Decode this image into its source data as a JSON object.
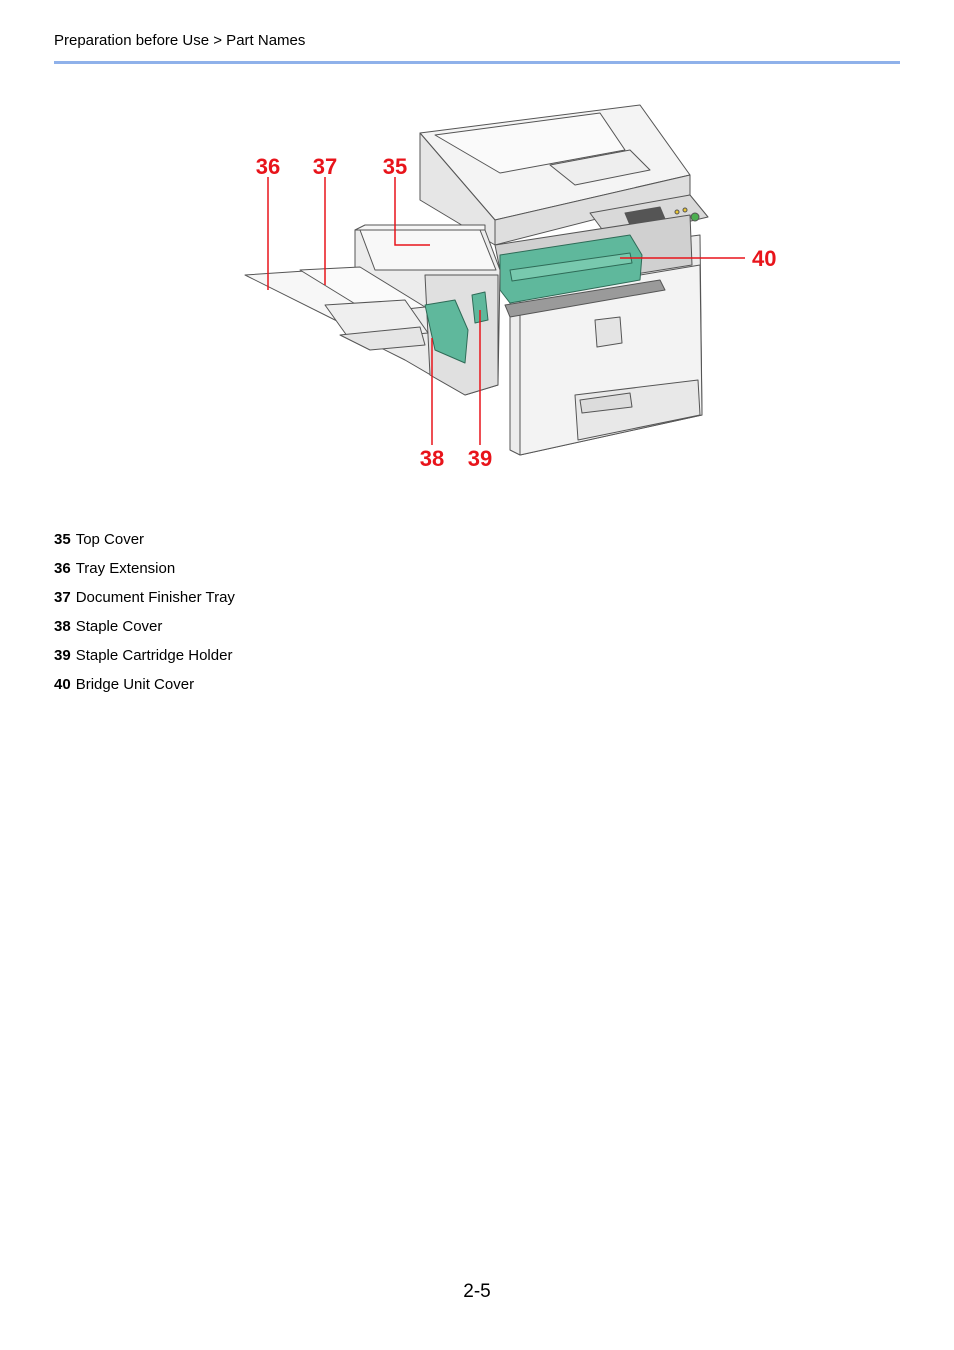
{
  "header": {
    "breadcrumb": "Preparation before Use > Part Names"
  },
  "figure": {
    "callouts": [
      "36",
      "37",
      "35",
      "40",
      "38",
      "39"
    ],
    "colors": {
      "callout": "#e8141b",
      "highlight": "#5fb89c",
      "body": "#f1f1f1",
      "outline": "#555555"
    }
  },
  "legend": [
    {
      "num": "35",
      "label": "Top Cover"
    },
    {
      "num": "36",
      "label": "Tray Extension"
    },
    {
      "num": "37",
      "label": "Document Finisher Tray"
    },
    {
      "num": "38",
      "label": "Staple Cover"
    },
    {
      "num": "39",
      "label": "Staple Cartridge Holder"
    },
    {
      "num": "40",
      "label": "Bridge Unit Cover"
    }
  ],
  "footer": {
    "page_number": "2-5"
  }
}
